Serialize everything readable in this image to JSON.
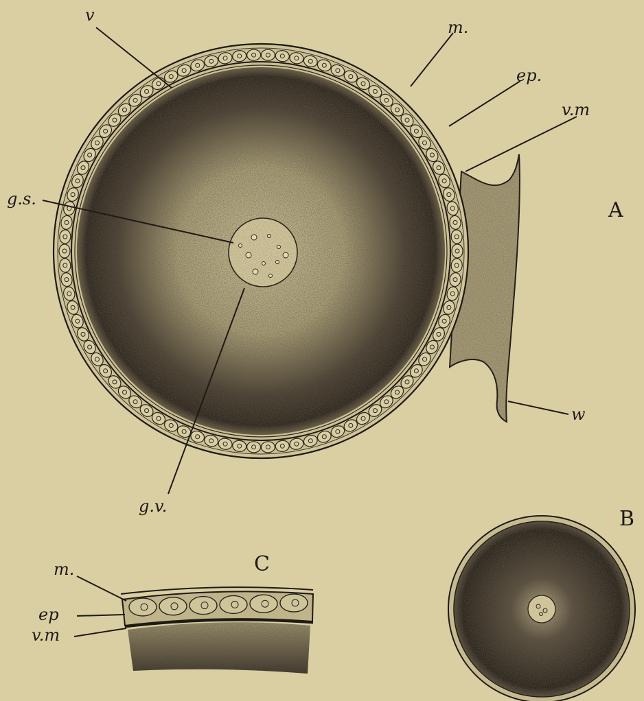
{
  "figures": {
    "a": {
      "letter": "A"
    },
    "b": {
      "letter": "B"
    },
    "c": {
      "letter": "C"
    }
  },
  "labels": {
    "v": "v",
    "m": "m.",
    "ep": "ep.",
    "vm": "v.m",
    "gs": "g.s.",
    "gv": "g.v.",
    "w": "w",
    "c_m": "m.",
    "c_ep": "ep",
    "c_vm": "v.m"
  },
  "colors": {
    "paper": "#d9cfa3",
    "ink": "#1f1a14",
    "yolk_dark": "#3a3226",
    "yolk_light": "#bdb28a"
  }
}
